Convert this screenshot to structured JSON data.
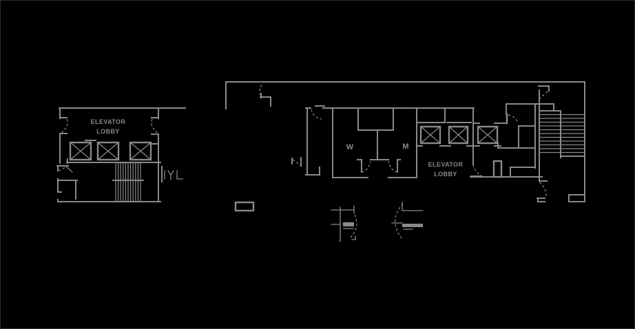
{
  "colors": {
    "background": "#000000",
    "line": "#8a8a8a",
    "border": "#2e2e2e"
  },
  "left_plan": {
    "label_line1": "ELEVATOR",
    "label_line2": "LOBBY"
  },
  "right_plan": {
    "label_line1": "ELEVATOR",
    "label_line2": "LOBBY",
    "women_room_label": "W",
    "men_room_label": "M"
  }
}
